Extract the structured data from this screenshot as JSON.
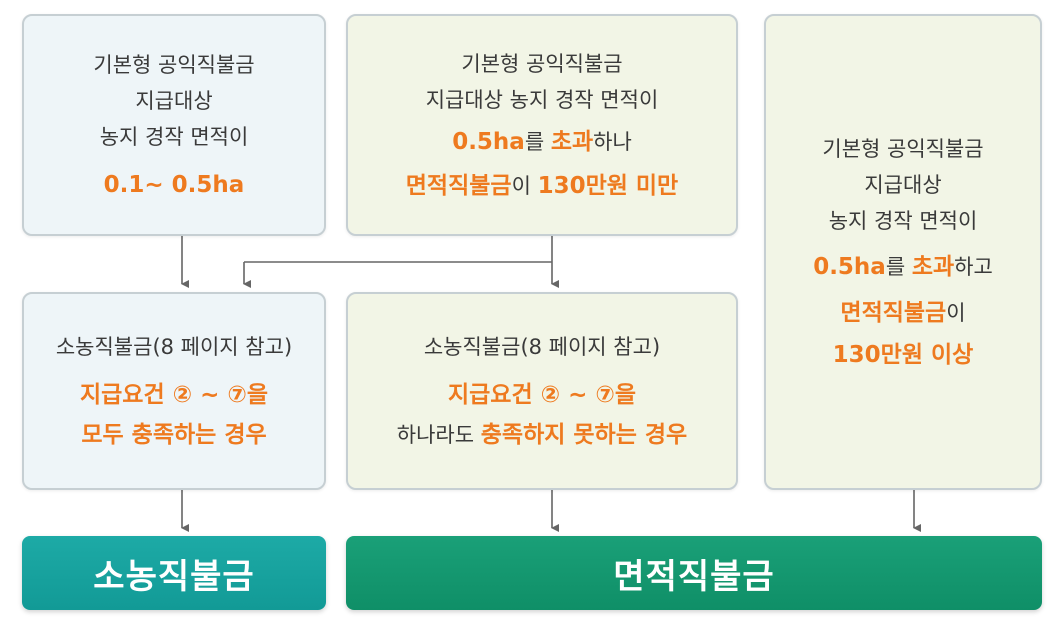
{
  "box_top_left": {
    "lines": [
      "기본형 공익직불금",
      "지급대상",
      "농지 경작 면적이"
    ],
    "highlight": "0.1~ 0.5ha"
  },
  "box_top_middle": {
    "line1": "기본형 공익직불금",
    "line2": "지급대상 농지 경작 면적이",
    "line3_a": "0.5ha",
    "line3_b": "를 ",
    "line3_c": "초과",
    "line3_d": "하나",
    "line4_a": "면적직불금",
    "line4_b": "이 ",
    "line4_c": "130만원 미만"
  },
  "box_right": {
    "line1": "기본형 공익직불금",
    "line2": "지급대상",
    "line3": "농지 경작 면적이",
    "line4_a": "0.5ha",
    "line4_b": "를 ",
    "line4_c": "초과",
    "line4_d": "하고",
    "line5_a": "면적직불금",
    "line5_b": "이",
    "line6": "130만원 이상"
  },
  "box_mid_left": {
    "line1": "소농직불금(8 페이지 참고)",
    "line2": "지급요건 ② ~ ⑦을",
    "line3": "모두 충족하는 경우"
  },
  "box_mid_middle": {
    "line1": "소농직불금(8 페이지 참고)",
    "line2": "지급요건 ② ~ ⑦을",
    "line3_a": "하나라도 ",
    "line3_b": "충족하지 못하는 경우"
  },
  "result_left": "소농직불금",
  "result_right": "면적직불금",
  "colors": {
    "highlight": "#ee7a1f",
    "teal": "#129a96",
    "green": "#0f8f67",
    "box_blue": "#eef5f8",
    "box_green": "#f2f5e6",
    "connector": "#666666"
  }
}
